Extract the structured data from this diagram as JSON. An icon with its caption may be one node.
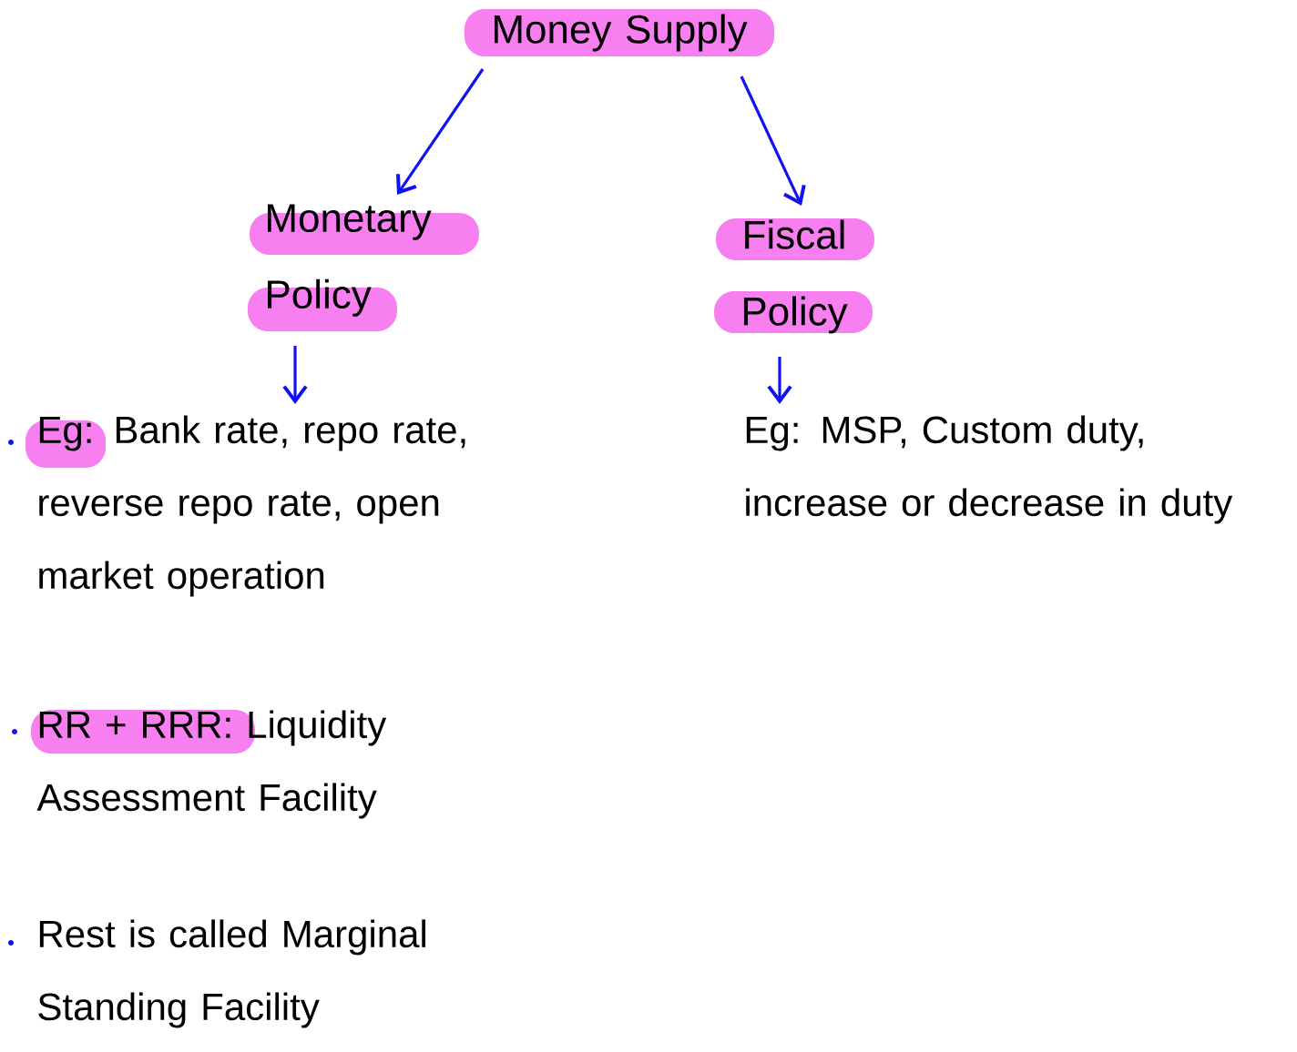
{
  "diagram": {
    "nodes": [
      {
        "text": [
          "Money Supply"
        ]
      },
      {
        "text": [
          "Monetary Policy"
        ]
      },
      {
        "text": [
          "Fiscal Policy"
        ]
      },
      {
        "text": [
          "Eg: Bank rate, repo rate, reverse repo rate, open market operation"
        ]
      },
      {
        "text": [
          "Eg: MSP, Custom duty, increase or decrease in duty"
        ]
      },
      {
        "text": [
          "RR + RRR: Liquidity Assessment Facility"
        ]
      }
    ],
    "edges": [
      {
        "from": 0,
        "to": 1,
        "arrow": "to"
      },
      {
        "from": 0,
        "to": 2,
        "arrow": "to"
      },
      {
        "from": 1,
        "to": 3,
        "arrow": "to"
      },
      {
        "from": 2,
        "to": 4,
        "arrow": "to"
      }
    ],
    "labels": [
      "Rest is called Marginal Standing Facility"
    ]
  }
}
